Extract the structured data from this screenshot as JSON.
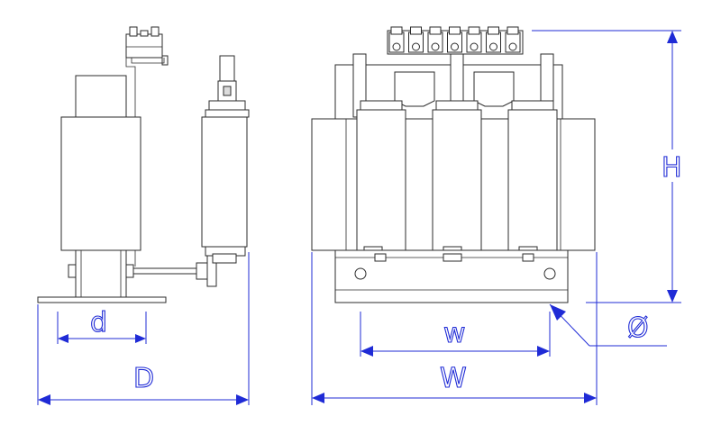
{
  "drawing": {
    "labels": {
      "D": "D",
      "d": "d",
      "W": "W",
      "w": "w",
      "H": "H",
      "phi": "Ø"
    },
    "colors": {
      "dimension": "#1f2bd6",
      "outline": "#2b2b2b",
      "background": "#ffffff"
    },
    "terminal_count": 7
  }
}
